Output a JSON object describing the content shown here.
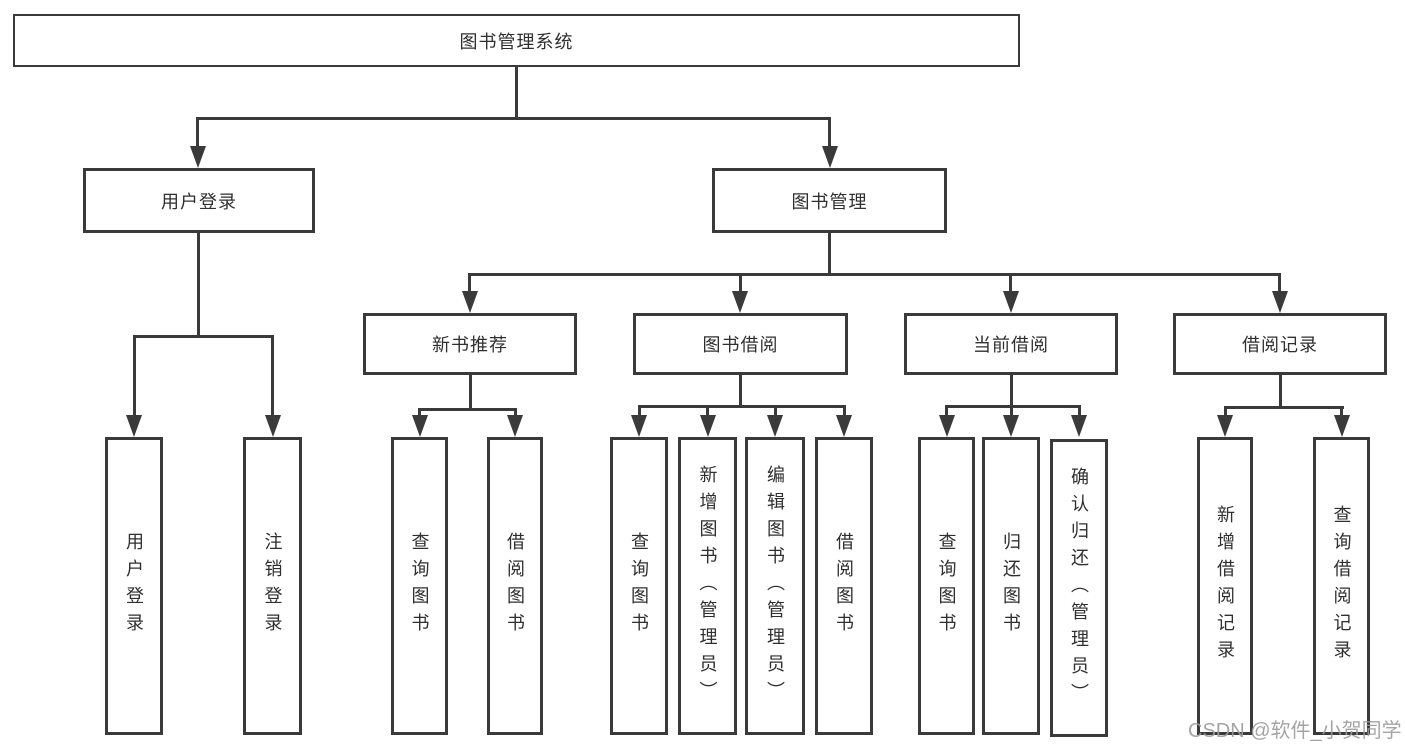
{
  "title": "图书管理系统",
  "level1": {
    "user_login": "用户登录",
    "book_mgmt": "图书管理"
  },
  "level2": {
    "new_books": "新书推荐",
    "book_borrow": "图书借阅",
    "current_borrow": "当前借阅",
    "borrow_records": "借阅记录"
  },
  "leaves": {
    "user_login": [
      "用户登录",
      "注销登录"
    ],
    "new_books": [
      "查询图书",
      "借阅图书"
    ],
    "book_borrow": [
      "查询图书",
      "新增图书（管理员）",
      "编辑图书（管理员）",
      "借阅图书"
    ],
    "current_borrow": [
      "查询图书",
      "归还图书",
      "确认归还（管理员）"
    ],
    "borrow_records": [
      "新增借阅记录",
      "查询借阅记录"
    ]
  },
  "watermark": "CSDN @软件_小贺同学",
  "colors": {
    "line": "#3a3a3a",
    "text": "#2f2f2f",
    "watermark": "#9c9c9c",
    "background": "#ffffff"
  }
}
